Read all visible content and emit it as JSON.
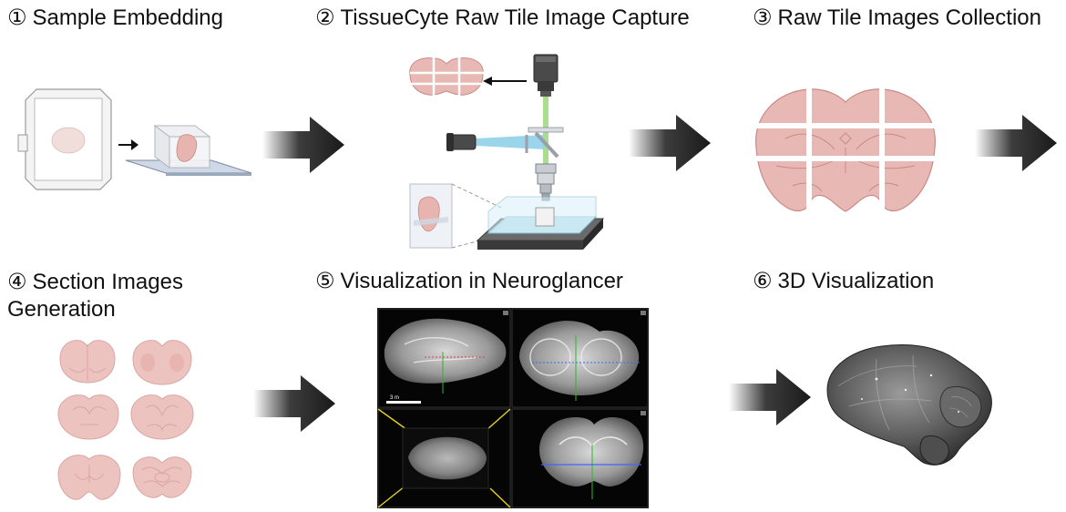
{
  "steps": [
    {
      "number": "①",
      "title": "Sample Embedding"
    },
    {
      "number": "②",
      "title": "TissueCyte Raw Tile Image Capture"
    },
    {
      "number": "③",
      "title": "Raw Tile Images Collection"
    },
    {
      "number": "④",
      "title_line1": "Section Images",
      "title_line2": "Generation"
    },
    {
      "number": "⑤",
      "title": "Visualization in Neuroglancer"
    },
    {
      "number": "⑥",
      "title": "3D  Visualization"
    }
  ],
  "neuroglancer": {
    "scale_bar_label": "3 m"
  },
  "colors": {
    "brain_fill": "#e8b8b4",
    "brain_stroke": "#c98a86",
    "tile_gap": "#ffffff",
    "arrow": "#1a1a1a",
    "beam_green": "#9ed67a",
    "beam_blue": "#8fd0ea"
  }
}
